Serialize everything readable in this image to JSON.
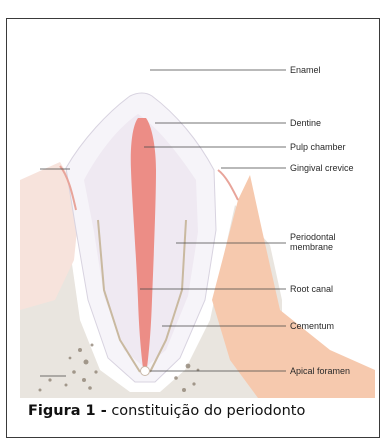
{
  "labels": {
    "enamel": "Enamel",
    "dentine": "Dentine",
    "pulp_chamber": "Pulp chamber",
    "gingival_crevice": "Gingival crevice",
    "periodontal_membrane_line1": "Periodontal",
    "periodontal_membrane_line2": "membrane",
    "root_canal": "Root canal",
    "cementum": "Cementum",
    "apical_foramen": "Apical foramen"
  },
  "caption": {
    "prefix": "Figura 1 -",
    "text": "constituição do periodonto"
  },
  "colors": {
    "pulp": "#ec8d86",
    "gum": "#f4c2a4",
    "bone": "#e8e4de",
    "bone_dots": "#8a7d6e",
    "enamel": "#f2f0f6",
    "gingiva_edge": "#e8a49a",
    "leader": "#444444"
  }
}
